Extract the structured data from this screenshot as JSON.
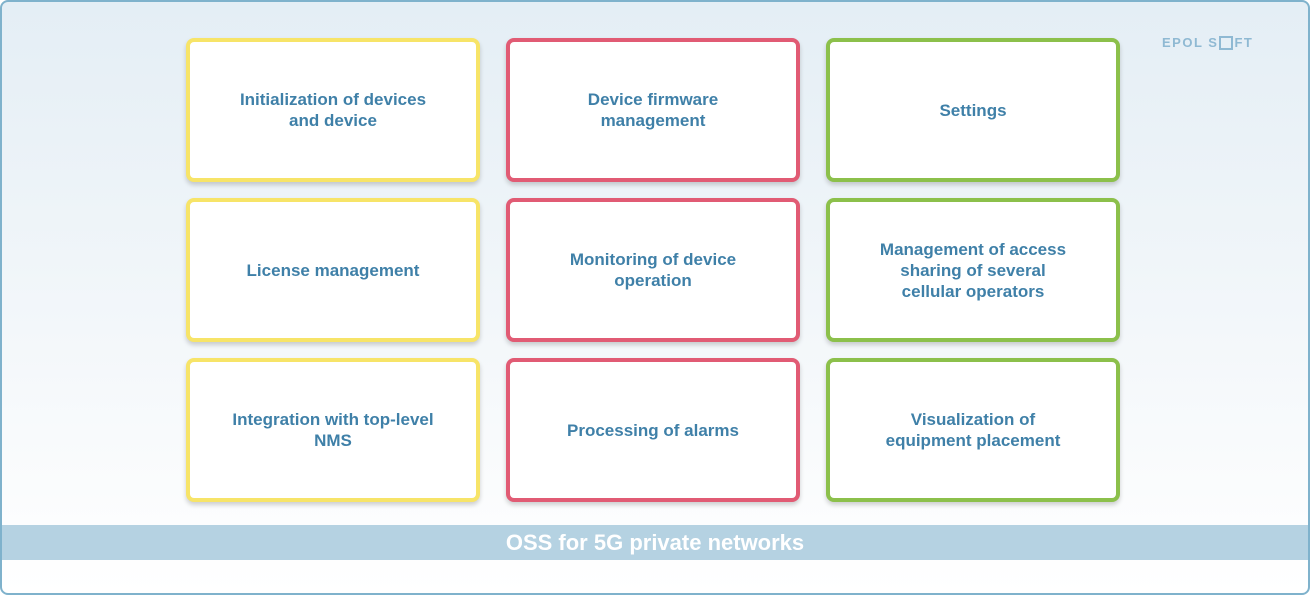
{
  "logo": {
    "text_left": "EPOL S",
    "text_right": "FT"
  },
  "colors": {
    "yellow": "#f7e468",
    "red": "#e15b74",
    "green": "#8cc04b",
    "text": "#3f80a8",
    "bar": "#b5d2e2"
  },
  "columns": [
    {
      "color": "yellow",
      "cards": [
        "Initialization of devices\nand device",
        "License management",
        "Integration with top-level\nNMS"
      ]
    },
    {
      "color": "red",
      "cards": [
        "Device firmware\nmanagement",
        "Monitoring of device\noperation",
        "Processing of alarms"
      ]
    },
    {
      "color": "green",
      "cards": [
        "Settings",
        "Management of access\nsharing of several\ncellular operators",
        "Visualization of\nequipment placement"
      ]
    }
  ],
  "footer": {
    "title": "OSS for 5G private networks"
  }
}
